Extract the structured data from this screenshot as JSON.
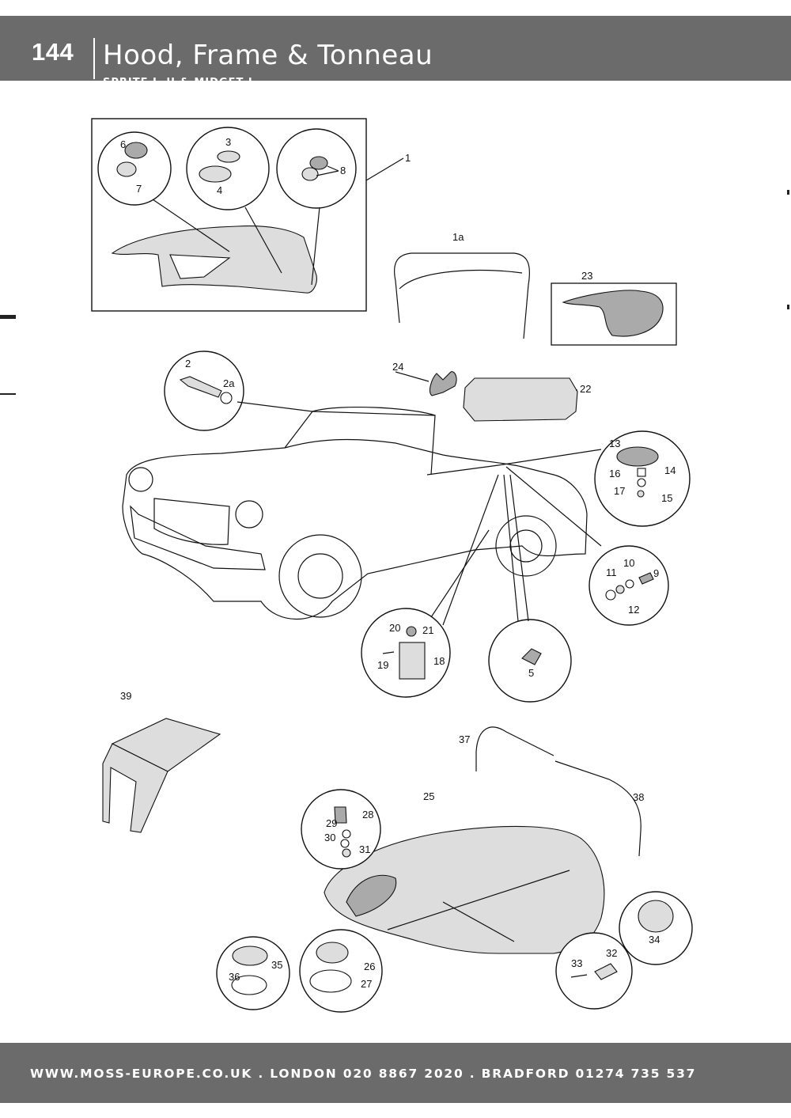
{
  "header": {
    "page_number": "144",
    "title": "Hood, Frame & Tonneau",
    "subtitle": "SPRITE I, II & MIDGET I"
  },
  "footer": {
    "text": "WWW.MOSS-EUROPE.CO.UK . LONDON 020 8867 2020 . BRADFORD 01274 735 537"
  },
  "callouts": {
    "p1": "1",
    "p1a": "1a",
    "p2": "2",
    "p2a": "2a",
    "p3": "3",
    "p4": "4",
    "p5": "5",
    "p6": "6",
    "p7": "7",
    "p8": "8",
    "p9": "9",
    "p10": "10",
    "p11": "11",
    "p12": "12",
    "p13": "13",
    "p14": "14",
    "p15": "15",
    "p16": "16",
    "p17": "17",
    "p18": "18",
    "p19": "19",
    "p20": "20",
    "p21": "21",
    "p22": "22",
    "p23": "23",
    "p24": "24",
    "p25": "25",
    "p26": "26",
    "p27": "27",
    "p28": "28",
    "p29": "29",
    "p30": "30",
    "p31": "31",
    "p32": "32",
    "p33": "33",
    "p34": "34",
    "p35": "35",
    "p36": "36",
    "p37": "37",
    "p38": "38",
    "p39": "39"
  }
}
